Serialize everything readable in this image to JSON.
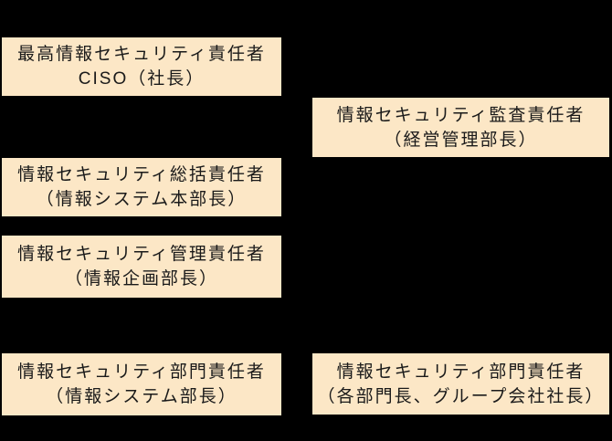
{
  "palette": {
    "background": "#000000",
    "box_fill": "#FCE7C6",
    "text_color": "#1A1A1A"
  },
  "diagram": {
    "type": "org-chart",
    "boxes": [
      {
        "role": "ciso",
        "line1": "最高情報セキュリティ責任者",
        "line2": "CISO（社長）"
      },
      {
        "role": "audit",
        "line1": "情報セキュリティ監査責任者",
        "line2": "（経営管理部長）"
      },
      {
        "role": "supervise",
        "line1": "情報セキュリティ総括責任者",
        "line2": "（情報システム本部長）"
      },
      {
        "role": "manage",
        "line1": "情報セキュリティ管理責任者",
        "line2": "（情報企画部長）"
      },
      {
        "role": "dept-left",
        "line1": "情報セキュリティ部門責任者",
        "line2": "（情報システム部長）"
      },
      {
        "role": "dept-right",
        "line1": "情報セキュリティ部門責任者",
        "line2": "（各部門長、グループ会社社長）"
      }
    ]
  }
}
